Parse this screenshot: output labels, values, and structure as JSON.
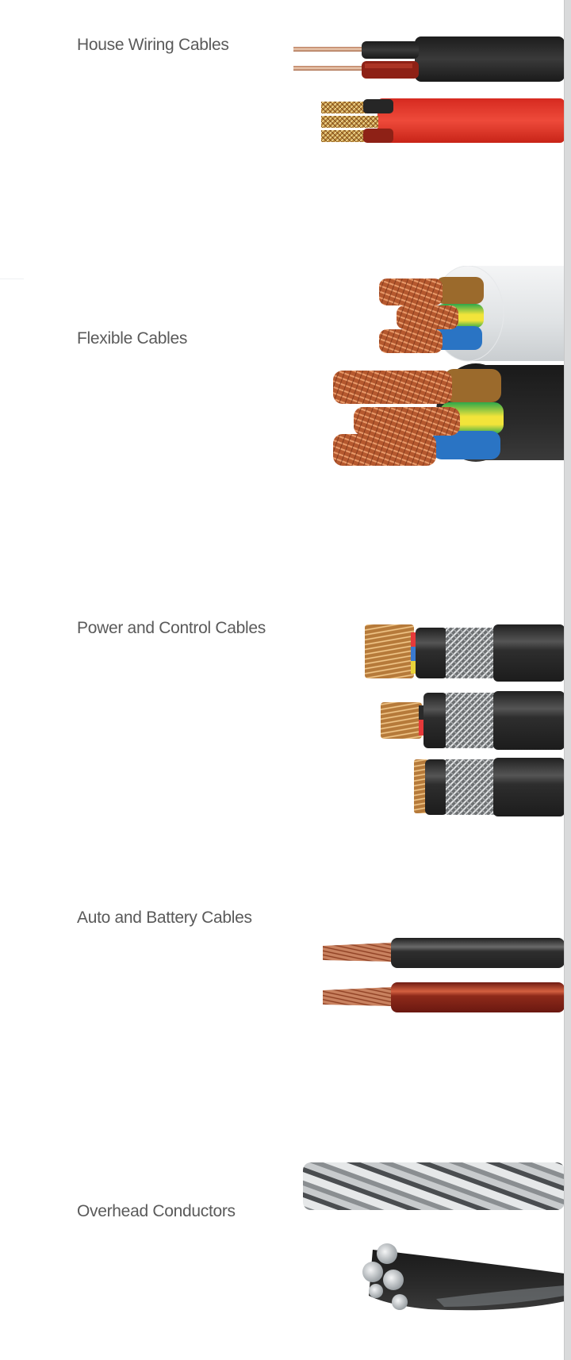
{
  "sections": [
    {
      "label": "House Wiring Cables",
      "image": "house-wiring-cables-image"
    },
    {
      "label": "Flexible Cables",
      "image": "flexible-cables-image"
    },
    {
      "label": "Power and Control Cables",
      "image": "power-control-cables-image"
    },
    {
      "label": "Auto and Battery Cables",
      "image": "auto-battery-cables-image"
    },
    {
      "label": "Overhead Conductors",
      "image": "overhead-conductors-image"
    }
  ],
  "colors": {
    "label_text": "#5a5a5a",
    "copper": "#c4703f",
    "black_sheath": "#2a2a2a",
    "red_sheath": "#e0362c",
    "dark_red_sheath": "#8e2116",
    "white_sheath": "#e9ebec",
    "scrollbar": "#d9dadb"
  }
}
